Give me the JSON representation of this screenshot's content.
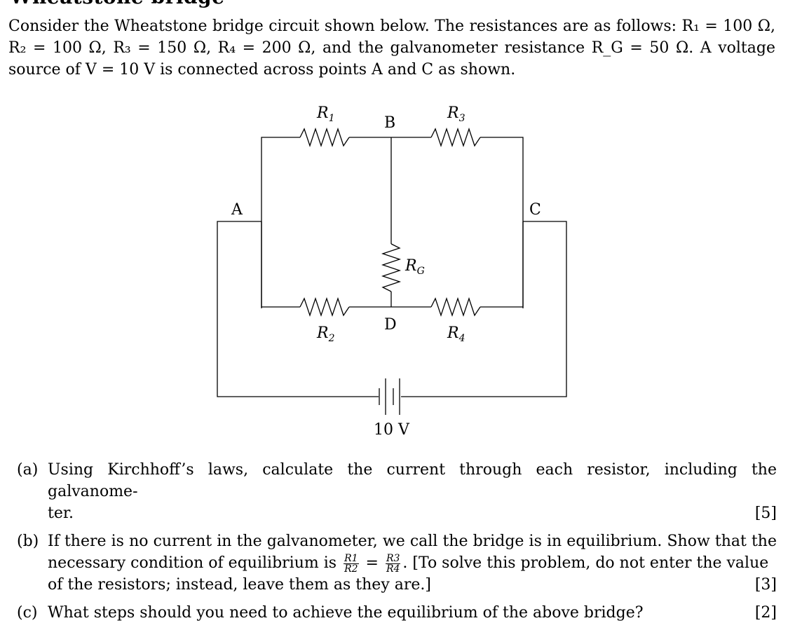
{
  "header": {
    "title_fragment": "Wheatstone bridge"
  },
  "intro": {
    "line1": "Consider the Wheatstone bridge circuit shown below. The resistances are as follows: R₁ = 100 Ω,",
    "line2": "R₂ = 100 Ω, R₃ = 150 Ω, R₄ = 200 Ω, and the galvanometer resistance R_G = 50 Ω. A voltage",
    "line3": "source of V = 10 V is connected across points A and C as shown."
  },
  "circuit": {
    "node_a": "A",
    "node_b": "B",
    "node_c": "C",
    "node_d": "D",
    "r1_label": "R1",
    "r2_label": "R2",
    "r3_label": "R3",
    "r4_label": "R4",
    "rg_label": "RG",
    "source_label": "10 V"
  },
  "questions": [
    {
      "label": "(a)",
      "text_row1": "Using Kirchhoff’s laws, calculate the current through each resistor, including the galvanome-",
      "text_row2": "ter.",
      "marks": "[5]"
    },
    {
      "label": "(b)",
      "text_row1": "If there is no current in the galvanometer, we call the bridge is in equilibrium. Show that the",
      "text_row2_pre": "necessary condition of equilibrium is",
      "frac1_num": "R1",
      "frac1_den": "R2",
      "eq": "=",
      "frac2_num": "R3",
      "frac2_den": "R4",
      "text_row2_post": ". [To solve this problem, do not enter the value",
      "text_row3": "of the resistors; instead, leave them as they are.]",
      "marks": "[3]"
    },
    {
      "label": "(c)",
      "text_row1": "What steps should you need to achieve the equilibrium of the above bridge?",
      "marks": "[2]"
    }
  ]
}
